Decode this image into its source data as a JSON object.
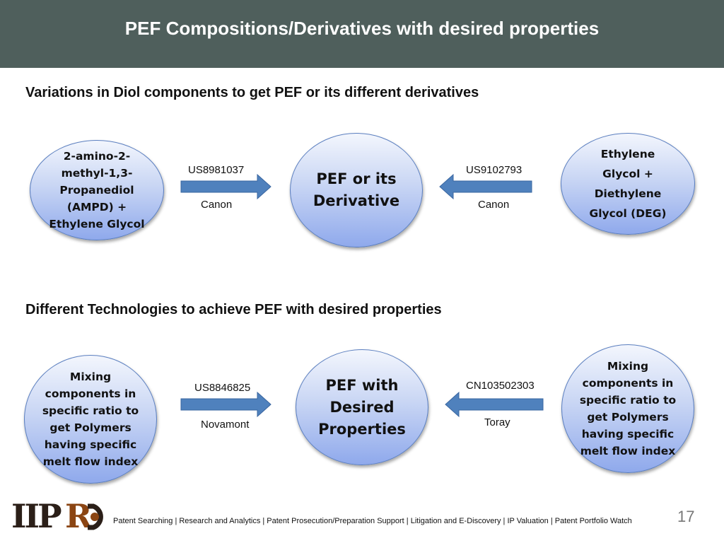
{
  "header": {
    "title": "PEF Compositions/Derivatives with desired properties"
  },
  "sections": [
    {
      "heading": "Variations in Diol components to get PEF or its different derivatives",
      "left": {
        "lines": [
          "2-amino-2-",
          "methyl-1,3-",
          "Propanediol",
          "(AMPD) +",
          "Ethylene Glycol"
        ]
      },
      "center": {
        "lines": [
          "PEF or its",
          "Derivative"
        ]
      },
      "right": {
        "lines": [
          "Ethylene",
          "Glycol +",
          "Diethylene",
          "Glycol (DEG)"
        ]
      },
      "left_arrow": {
        "patent": "US8981037",
        "company": "Canon"
      },
      "right_arrow": {
        "patent": "US9102793",
        "company": "Canon"
      }
    },
    {
      "heading": "Different Technologies to achieve PEF with desired properties",
      "left": {
        "lines": [
          "Mixing",
          "components in",
          "specific ratio to",
          "get Polymers",
          "having specific",
          "melt flow index"
        ]
      },
      "center": {
        "lines": [
          "PEF with",
          "Desired",
          "Properties"
        ]
      },
      "right": {
        "lines": [
          "Mixing",
          "components in",
          "specific ratio to",
          "get Polymers",
          "having specific",
          "melt flow index"
        ]
      },
      "left_arrow": {
        "patent": "US8846825",
        "company": "Novamont"
      },
      "right_arrow": {
        "patent": "CN103502303",
        "company": "Toray"
      }
    }
  ],
  "footer": {
    "logo_text": "IIPRD",
    "services": "Patent Searching | Research and Analytics | Patent Prosecution/Preparation Support | Litigation and E-Discovery | IP Valuation |  Patent Portfolio Watch",
    "page_number": "17"
  },
  "colors": {
    "header_bg": "#4f5f5c",
    "ellipse_border": "#5b7fc0",
    "arrow_fill": "#4f81bd",
    "logo_brown": "#8b4513"
  }
}
